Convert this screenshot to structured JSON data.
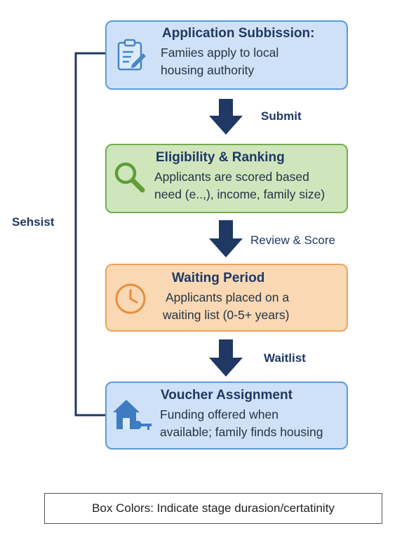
{
  "stages": [
    {
      "title": "Application Subbission:",
      "desc1": "Famiies apply to local",
      "desc2": "housing authority",
      "color": "#cfe1f6"
    },
    {
      "title": "Eligibility & Ranking",
      "desc1": "Applicants are scored based",
      "desc2": "need (e..,), income, family size)",
      "color": "#cfe6bd"
    },
    {
      "title": "Waiting Period",
      "desc1": "Applicants placed on a",
      "desc2": "waiting list (0-5+ years)",
      "color": "#f9d8b3"
    },
    {
      "title": "Voucher Assignment",
      "desc1": "Funding offered when",
      "desc2": "available; family finds housing",
      "color": "#cfe1f6"
    }
  ],
  "edges": [
    {
      "label": "Submit"
    },
    {
      "label": "Review & Score"
    },
    {
      "label": "Waitlist"
    }
  ],
  "side_label": "Sehsist",
  "legend": "Box Colors: Indicate stage durasion/certatinity",
  "colors": {
    "navy": "#1f3864",
    "blue_border": "#5b9bd5",
    "green_border": "#72ad4c",
    "orange_border": "#eba45a"
  }
}
